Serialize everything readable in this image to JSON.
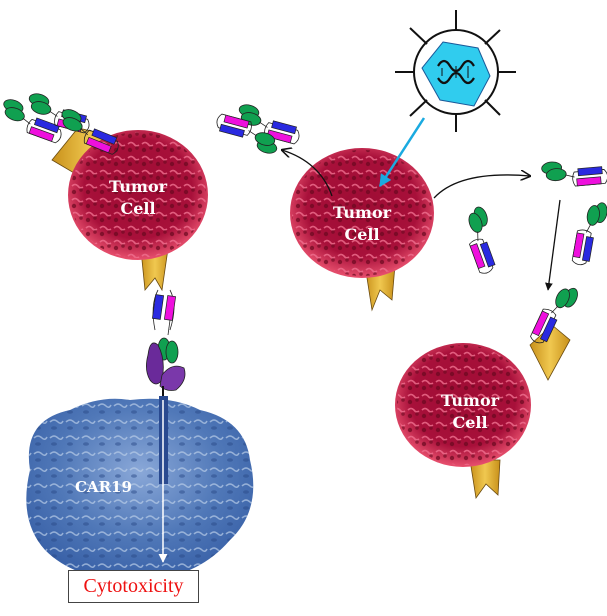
{
  "labels": {
    "tumor_cell_left_line1": "Tumor",
    "tumor_cell_left_line2": "Cell",
    "tumor_cell_center_line1": "Tumor",
    "tumor_cell_center_line2": "Cell",
    "tumor_cell_right_line1": "Tumor",
    "tumor_cell_right_line2": "Cell",
    "car_cell": "CAR19",
    "outcome": "Cytotoxicity"
  },
  "colors": {
    "tumor_fill": "#a8103a",
    "tumor_dark": "#7a0a26",
    "tumor_edge": "#e8506e",
    "antigen": "#e0b030",
    "antibody_green": "#10a050",
    "domain_blue": "#2a2ae0",
    "domain_magenta": "#ee10dd",
    "car_purple": "#6a2a9a",
    "car_cell_blue": "#4a70b0",
    "virus_hex": "#30ccee",
    "virus_arrow": "#1aaae0",
    "outcome_text": "#ee1111"
  },
  "icons": {
    "virus": "virus-capsid-icon",
    "dna": "dna-helix-icon"
  }
}
